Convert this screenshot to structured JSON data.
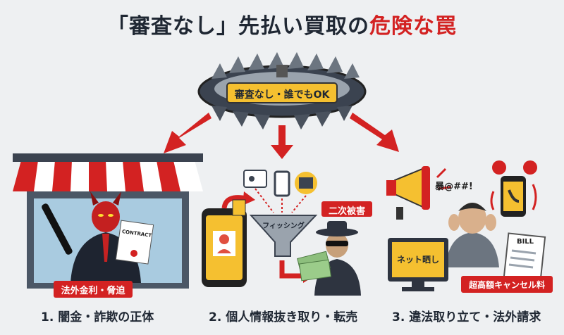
{
  "title": {
    "prefix": "「審査なし」先払い買取の",
    "highlight": "危険な罠"
  },
  "trap_sign": "審査なし・誰でもOK",
  "panel1": {
    "tag": "法外金利・脅迫",
    "contract": "CONTRACT",
    "caption": "1. 闇金・詐欺の正体"
  },
  "panel2": {
    "funnel": "フィッシング",
    "secondary": "二次被害",
    "caption": "2. 個人情報抜き取り・転売"
  },
  "panel3": {
    "shout": "暴@##!",
    "net": "ネット晒し",
    "bill": "BILL",
    "fee": "超高額キャンセル料",
    "caption": "3. 違法取り立て・法外請求"
  },
  "colors": {
    "red": "#d32222",
    "yellow": "#f5c030",
    "dark": "#1f2733"
  }
}
